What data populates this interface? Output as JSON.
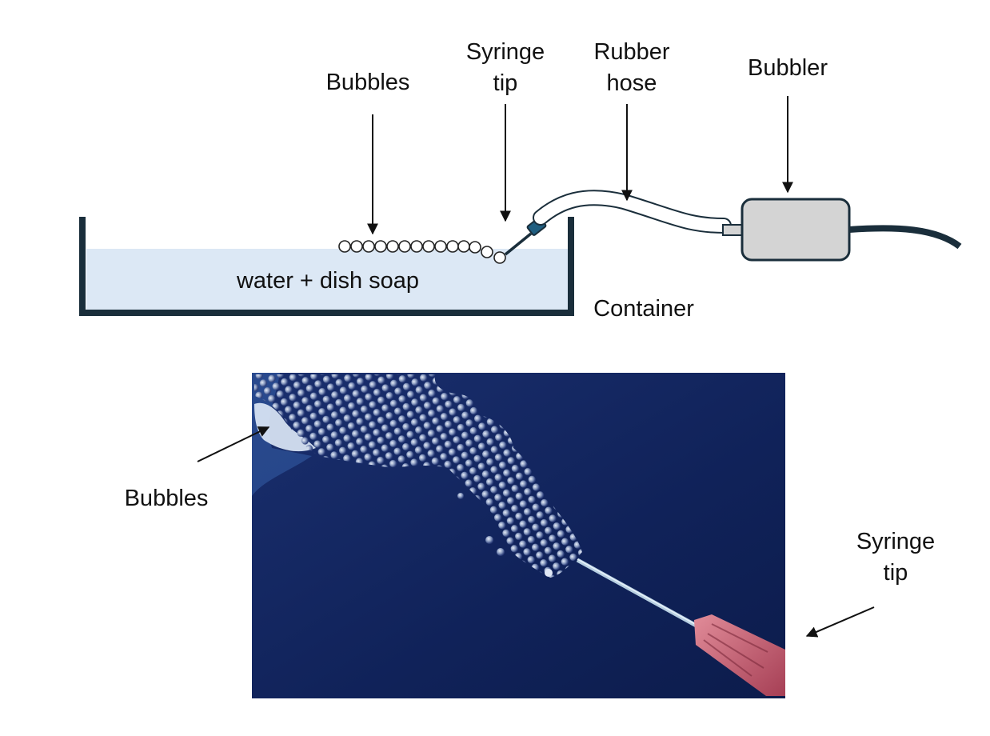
{
  "labels": {
    "bubbles_top": "Bubbles",
    "syringe_top_line1": "Syringe",
    "syringe_top_line2": "tip",
    "hose_line1": "Rubber",
    "hose_line2": "hose",
    "bubbler": "Bubbler",
    "water": "water + dish soap",
    "container": "Container",
    "bubbles_bottom": "Bubbles",
    "syringe_bottom_line1": "Syringe",
    "syringe_bottom_line2": "tip"
  },
  "colors": {
    "container": "#1a2e3b",
    "water": "#dce8f5",
    "bubbler_fill": "#d4d4d4",
    "photo_background": "#12255e",
    "syringe_hub": "#c85a6c"
  }
}
